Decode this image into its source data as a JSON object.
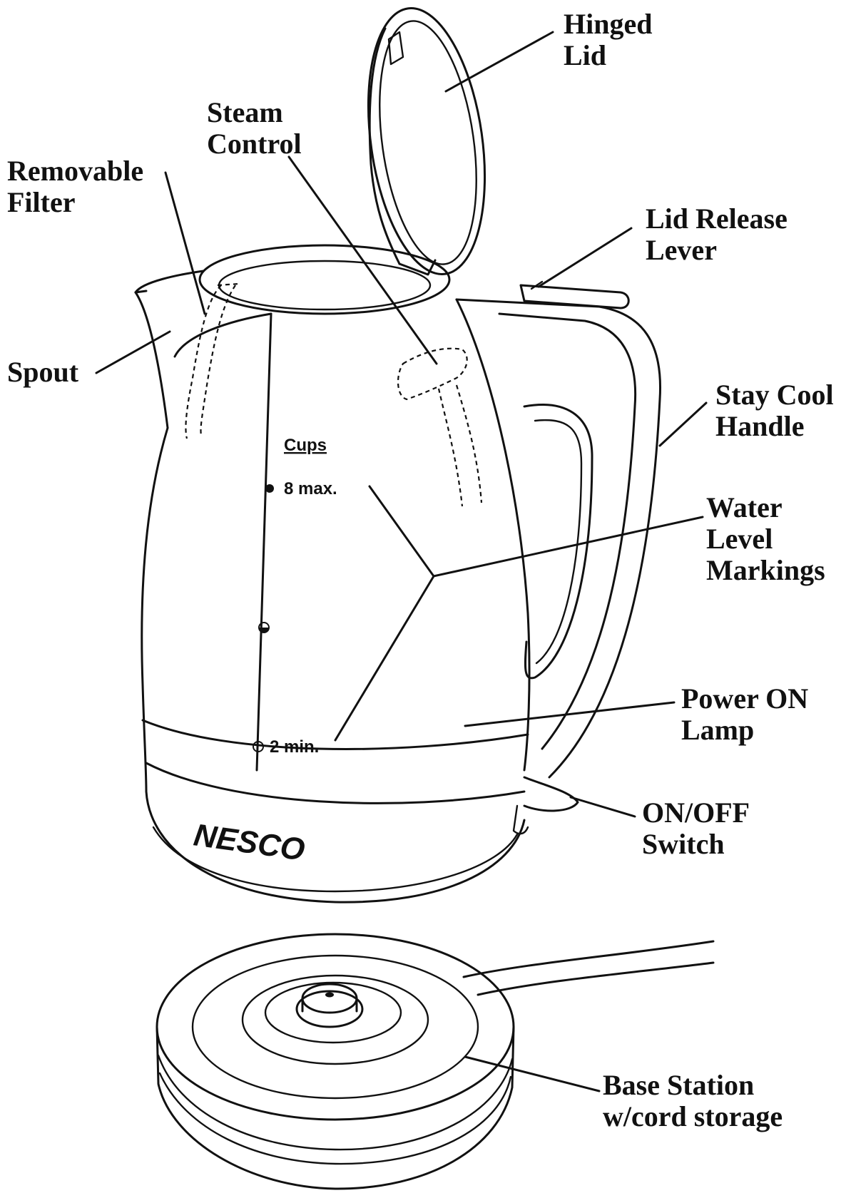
{
  "labels": {
    "hinged_lid": [
      "Hinged",
      "Lid"
    ],
    "steam_control": [
      "Steam",
      "Control"
    ],
    "removable_filter": [
      "Removable",
      "Filter"
    ],
    "lid_release_lever": [
      "Lid Release",
      "Lever"
    ],
    "spout": [
      "Spout"
    ],
    "stay_cool_handle": [
      "Stay Cool",
      "Handle"
    ],
    "water_level_markings": [
      "Water",
      "Level",
      "Markings"
    ],
    "power_on_lamp": [
      "Power ON",
      "Lamp"
    ],
    "on_off_switch": [
      "ON/OFF",
      "Switch"
    ],
    "base_station": [
      "Base Station",
      "w/cord storage"
    ]
  },
  "kettle_markings": {
    "cups_heading": "Cups",
    "max_mark": "8 max.",
    "min_mark": "2 min."
  },
  "brand": "NESCO"
}
